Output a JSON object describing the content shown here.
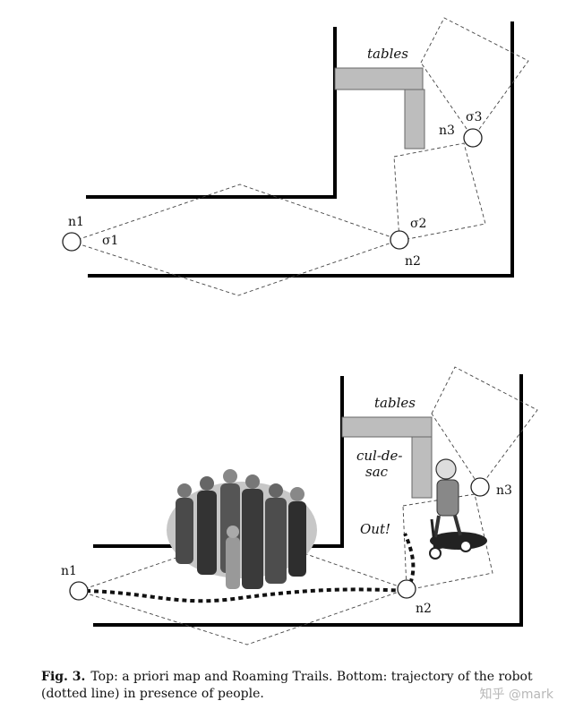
{
  "figure": {
    "top": {
      "tables_label": "tables",
      "nodes": [
        "n1",
        "n2",
        "n3"
      ],
      "sigmas": [
        "σ1",
        "σ2",
        "σ3"
      ]
    },
    "bottom": {
      "tables_label": "tables",
      "cul_de_sac_line1": "cul-de-",
      "cul_de_sac_line2": "sac",
      "out_label": "Out!",
      "nodes": [
        "n1",
        "n2",
        "n3"
      ]
    }
  },
  "caption": {
    "label": "Fig. 3.",
    "text": "Top: a priori map and Roaming Trails. Bottom: trajectory of the robot (dotted line) in presence of people."
  },
  "watermark": "知乎 @mark"
}
